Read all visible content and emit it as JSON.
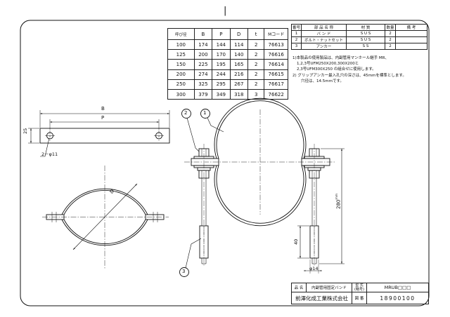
{
  "drawing": {
    "top_mark": "|",
    "spec_table": {
      "headers": [
        "呼び径",
        "B",
        "P",
        "D",
        "t",
        "Mコード"
      ],
      "rows": [
        [
          "100",
          "174",
          "144",
          "114",
          "2",
          "76613"
        ],
        [
          "125",
          "200",
          "170",
          "140",
          "2",
          "76616"
        ],
        [
          "150",
          "225",
          "195",
          "165",
          "2",
          "76614"
        ],
        [
          "200",
          "274",
          "244",
          "216",
          "2",
          "76615"
        ],
        [
          "250",
          "325",
          "295",
          "267",
          "2",
          "76617"
        ],
        [
          "300",
          "379",
          "349",
          "318",
          "3",
          "76622"
        ]
      ]
    },
    "parts_table": {
      "headers": [
        "番号",
        "部 品 名 称",
        "材 質",
        "数量",
        "備 考"
      ],
      "rows": [
        [
          "1",
          "バ ン ド",
          "S U S",
          "2",
          ""
        ],
        [
          "2",
          "ボルト・ナットセット",
          "S U S",
          "2",
          ""
        ],
        [
          "3",
          "アンカー",
          "S S",
          "2",
          ""
        ]
      ]
    },
    "notes": [
      "1)本製品の使用製品は、内副管用マンホール継手 MR、",
      "1,2,3号UFM250X200,300X200と",
      "2,3号UFM300X250 の組合せに使用します。",
      "2) グリップアンカー最入孔穴の深さは、45mmを標準とします。",
      "穴径は、14.5mmです。"
    ],
    "dims": {
      "B": "B",
      "P": "P",
      "height_25": "25",
      "holes": "2－φ11",
      "D": "D",
      "length_280": "280",
      "length_280_sup": "mm",
      "anchor_40": "40",
      "diam_14": "φ14"
    },
    "balloons": [
      "1",
      "2",
      "3"
    ],
    "title_block": {
      "name_label": "品 名",
      "name_value": "内副管用固定バンド",
      "model_label": "型 式",
      "model_sub": "(略号)",
      "model_value": "MRUB□□□",
      "company": "前澤化成工業株式会社",
      "drawing_no_label": "図 番",
      "drawing_no": "18900100"
    }
  }
}
